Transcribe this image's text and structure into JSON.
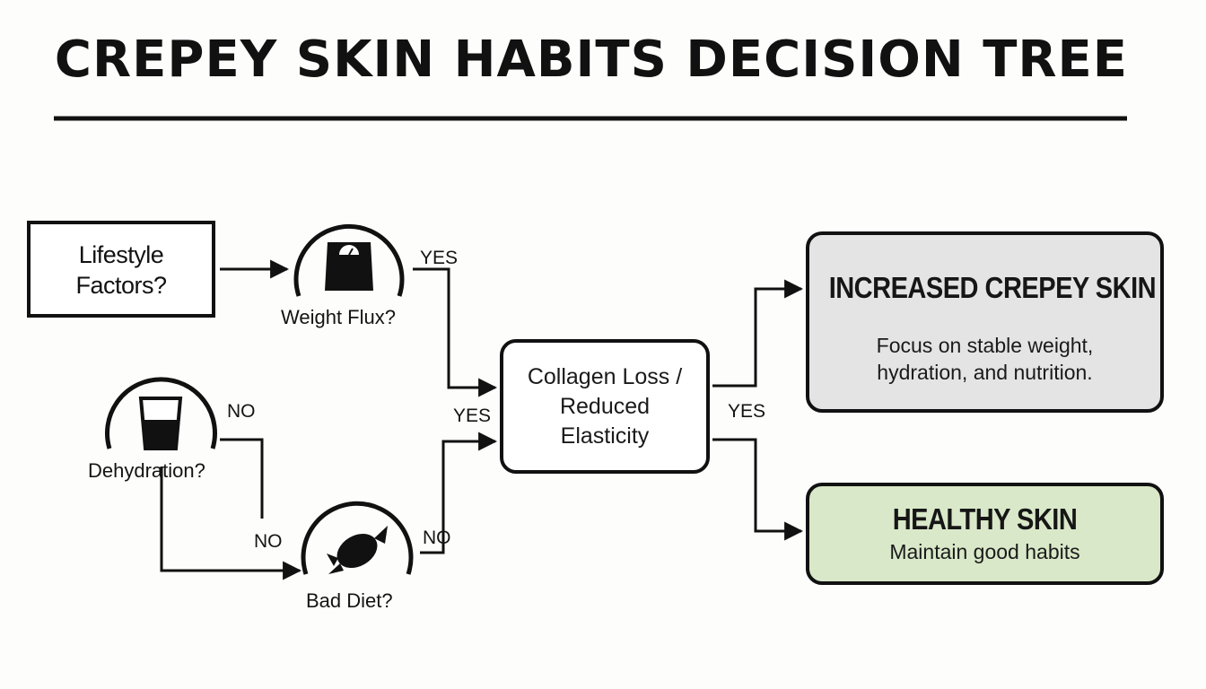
{
  "title": "CREPEY SKIN HABITS DECISION TREE",
  "colors": {
    "ink": "#111111",
    "increased_box_fill": "#e4e4e4",
    "healthy_box_fill": "#d9e8c8",
    "background": "#fdfdfc"
  },
  "nodes": {
    "lifestyle": {
      "text": "Lifestyle\nFactors?"
    },
    "weight": {
      "label": "Weight Flux?",
      "icon": "scale-icon"
    },
    "dehydration": {
      "label": "Dehydration?",
      "icon": "water-glass-icon"
    },
    "diet": {
      "label": "Bad Diet?",
      "icon": "candy-icon"
    },
    "collagen": {
      "text": "Collagen Loss /\nReduced\nElasticity"
    },
    "increased": {
      "title": "INCREASED CREPEY SKIN",
      "desc": "Focus on stable weight,\nhydration, and nutrition."
    },
    "healthy": {
      "title": "HEALTHY SKIN",
      "desc": "Maintain good habits"
    }
  },
  "edge_labels": {
    "weight_yes": "YES",
    "dehydration_no": "NO",
    "dehydration_down_no": "NO",
    "diet_no": "NO",
    "diet_yes": "YES",
    "collagen_yes": "YES"
  }
}
